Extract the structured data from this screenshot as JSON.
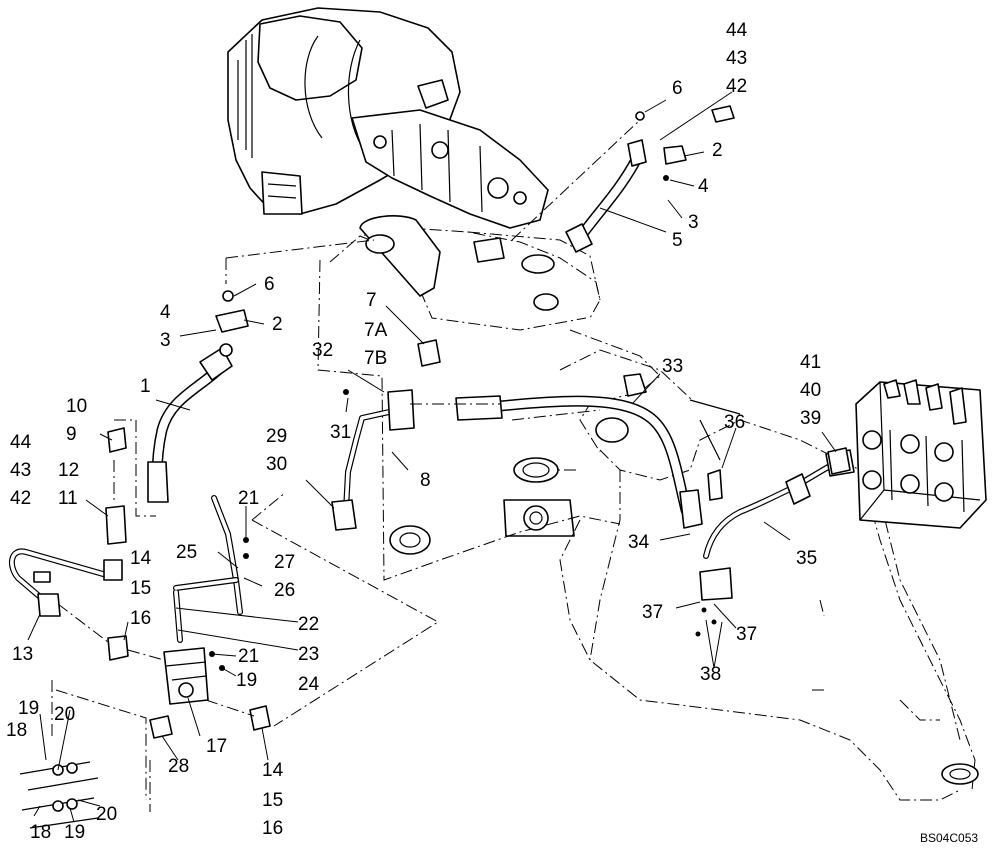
{
  "figure_code": "BS04C053",
  "callouts": [
    {
      "id": "c44a",
      "text": "44"
    },
    {
      "id": "c43a",
      "text": "43"
    },
    {
      "id": "c42a",
      "text": "42"
    },
    {
      "id": "c6a",
      "text": "6"
    },
    {
      "id": "c2a",
      "text": "2"
    },
    {
      "id": "c4a",
      "text": "4"
    },
    {
      "id": "c3a",
      "text": "3"
    },
    {
      "id": "c5",
      "text": "5"
    },
    {
      "id": "c6b",
      "text": "6"
    },
    {
      "id": "c4b",
      "text": "4"
    },
    {
      "id": "c2b",
      "text": "2"
    },
    {
      "id": "c3b",
      "text": "3"
    },
    {
      "id": "c7",
      "text": "7"
    },
    {
      "id": "c7A",
      "text": "7A"
    },
    {
      "id": "c7B",
      "text": "7B"
    },
    {
      "id": "c32",
      "text": "32"
    },
    {
      "id": "c1",
      "text": "1"
    },
    {
      "id": "c33",
      "text": "33"
    },
    {
      "id": "c41",
      "text": "41"
    },
    {
      "id": "c40",
      "text": "40"
    },
    {
      "id": "c39",
      "text": "39"
    },
    {
      "id": "c10",
      "text": "10"
    },
    {
      "id": "c9",
      "text": "9"
    },
    {
      "id": "c31",
      "text": "31"
    },
    {
      "id": "c36",
      "text": "36"
    },
    {
      "id": "c44b",
      "text": "44"
    },
    {
      "id": "c29",
      "text": "29"
    },
    {
      "id": "c43b",
      "text": "43"
    },
    {
      "id": "c12",
      "text": "12"
    },
    {
      "id": "c30",
      "text": "30"
    },
    {
      "id": "c8",
      "text": "8"
    },
    {
      "id": "c42b",
      "text": "42"
    },
    {
      "id": "c11",
      "text": "11"
    },
    {
      "id": "c21a",
      "text": "21"
    },
    {
      "id": "c25",
      "text": "25"
    },
    {
      "id": "c14a",
      "text": "14"
    },
    {
      "id": "c27",
      "text": "27"
    },
    {
      "id": "c34",
      "text": "34"
    },
    {
      "id": "c35",
      "text": "35"
    },
    {
      "id": "c15a",
      "text": "15"
    },
    {
      "id": "c26",
      "text": "26"
    },
    {
      "id": "c16a",
      "text": "16"
    },
    {
      "id": "c22",
      "text": "22"
    },
    {
      "id": "c37a",
      "text": "37"
    },
    {
      "id": "c37b",
      "text": "37"
    },
    {
      "id": "c13",
      "text": "13"
    },
    {
      "id": "c23",
      "text": "23"
    },
    {
      "id": "c21b",
      "text": "21"
    },
    {
      "id": "c38",
      "text": "38"
    },
    {
      "id": "c19a",
      "text": "19"
    },
    {
      "id": "c24",
      "text": "24"
    },
    {
      "id": "c19b",
      "text": "19"
    },
    {
      "id": "c20a",
      "text": "20"
    },
    {
      "id": "c18a",
      "text": "18"
    },
    {
      "id": "c17",
      "text": "17"
    },
    {
      "id": "c28",
      "text": "28"
    },
    {
      "id": "c14b",
      "text": "14"
    },
    {
      "id": "c15b",
      "text": "15"
    },
    {
      "id": "c16b",
      "text": "16"
    },
    {
      "id": "c20b",
      "text": "20"
    },
    {
      "id": "c18b",
      "text": "18"
    },
    {
      "id": "c19c",
      "text": "19"
    }
  ]
}
